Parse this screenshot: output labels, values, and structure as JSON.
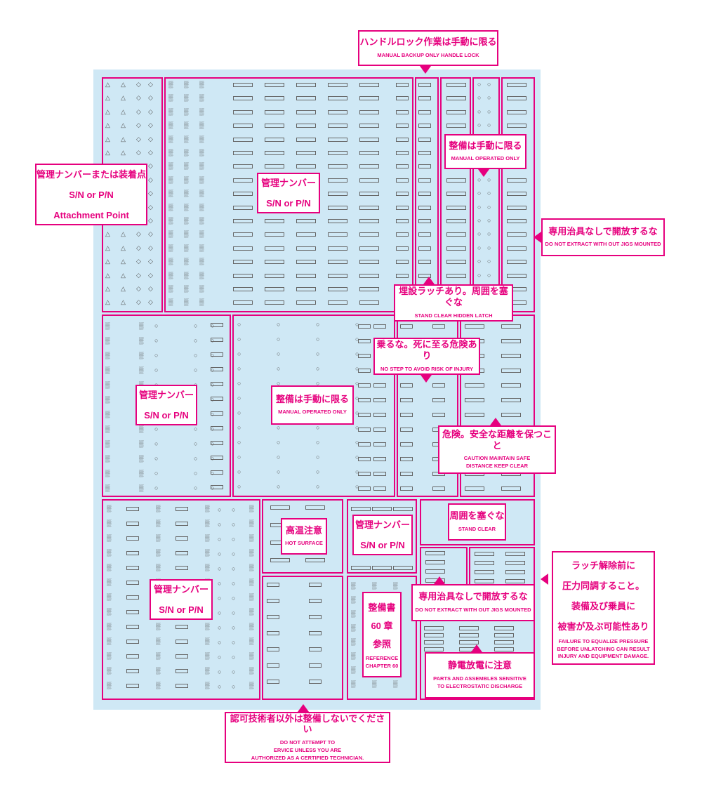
{
  "callouts": {
    "handle_lock": {
      "jp": "ハンドルロック作業は手動に限る",
      "en": "MANUAL BACKUP ONLY HANDLE LOCK"
    },
    "serial_attach": {
      "jp1": "管理ナンバーまたは装着点",
      "jp2": "S/N or P/N",
      "jp3": "Attachment Point"
    },
    "serial_top": {
      "jp": "管理ナンバー",
      "en": "S/N or P/N"
    },
    "manual_right": {
      "jp": "整備は手動に限る",
      "en": "MANUAL OPERATED ONLY"
    },
    "no_extract_right": {
      "jp": "専用治具なしで開放するな",
      "en": "DO NOT EXTRACT WITH OUT JIGS MOUNTED"
    },
    "hidden_latch": {
      "jp": "埋設ラッチあり。周囲を塞ぐな",
      "en": "STAND CLEAR HIDDEN LATCH"
    },
    "no_step": {
      "jp": "乗るな。死に至る危険あり",
      "en": "NO STEP TO AVOID RISK OF INJURY"
    },
    "serial_mid": {
      "jp": "管理ナンバー",
      "en": "S/N or P/N"
    },
    "manual_mid": {
      "jp": "整備は手動に限る",
      "en": "MANUAL OPERATED ONLY"
    },
    "danger_distance": {
      "jp": "危険。安全な距離を保つこと",
      "en1": "CAUTION MAINTAIN SAFE",
      "en2": "DISTANCE KEEP CLEAR"
    },
    "hot_surface": {
      "jp": "高温注意",
      "en": "HOT SURFACE"
    },
    "serial_small": {
      "jp": "管理ナンバー",
      "en": "S/N or P/N"
    },
    "stand_clear": {
      "jp": "周囲を塞ぐな",
      "en": "STAND CLEAR"
    },
    "serial_bottom": {
      "jp": "管理ナンバー",
      "en": "S/N or P/N"
    },
    "equalize": {
      "jp1": "ラッチ解除前に",
      "jp2": "圧力同調すること。",
      "jp3": "装備及び乗員に",
      "jp4": "被害が及ぶ可能性あり",
      "en1": "FAILURE TO EQUALIZE PRESSURE",
      "en2": "BEFORE UNLATCHING CAN RESULT",
      "en3": "INJURY AND EQUIPMENT DAMAGE."
    },
    "manual_book": {
      "jp1": "整備書",
      "jp2": "60 章",
      "jp3": "参照",
      "en1": "REFERENCE",
      "en2": "CHAPTER 60"
    },
    "no_extract_mid": {
      "jp": "専用治具なしで開放するな",
      "en": "DO NOT EXTRACT WITH OUT JIGS MOUNTED"
    },
    "electrostatic": {
      "jp": "静電放電に注意",
      "en1": "PARTS AND ASSEMBLES SENSITIVE",
      "en2": "TO ELECTROSTATIC DISCHARGE"
    },
    "authorized": {
      "jp": "認可技術者以外は整備しないでください",
      "en1": "DO NOT ATTEMPT TO",
      "en2": "ERVICE UNLESS YOU ARE",
      "en3": "AUTHORIZED AS A CERTIFIED TECHNICIAN."
    }
  },
  "colors": {
    "accent": "#e6007e",
    "sheet": "#cfe8f5"
  },
  "icons": [
    "triangle-icon",
    "diamond-icon",
    "hatch-icon",
    "circle-icon",
    "label-plate-icon"
  ]
}
